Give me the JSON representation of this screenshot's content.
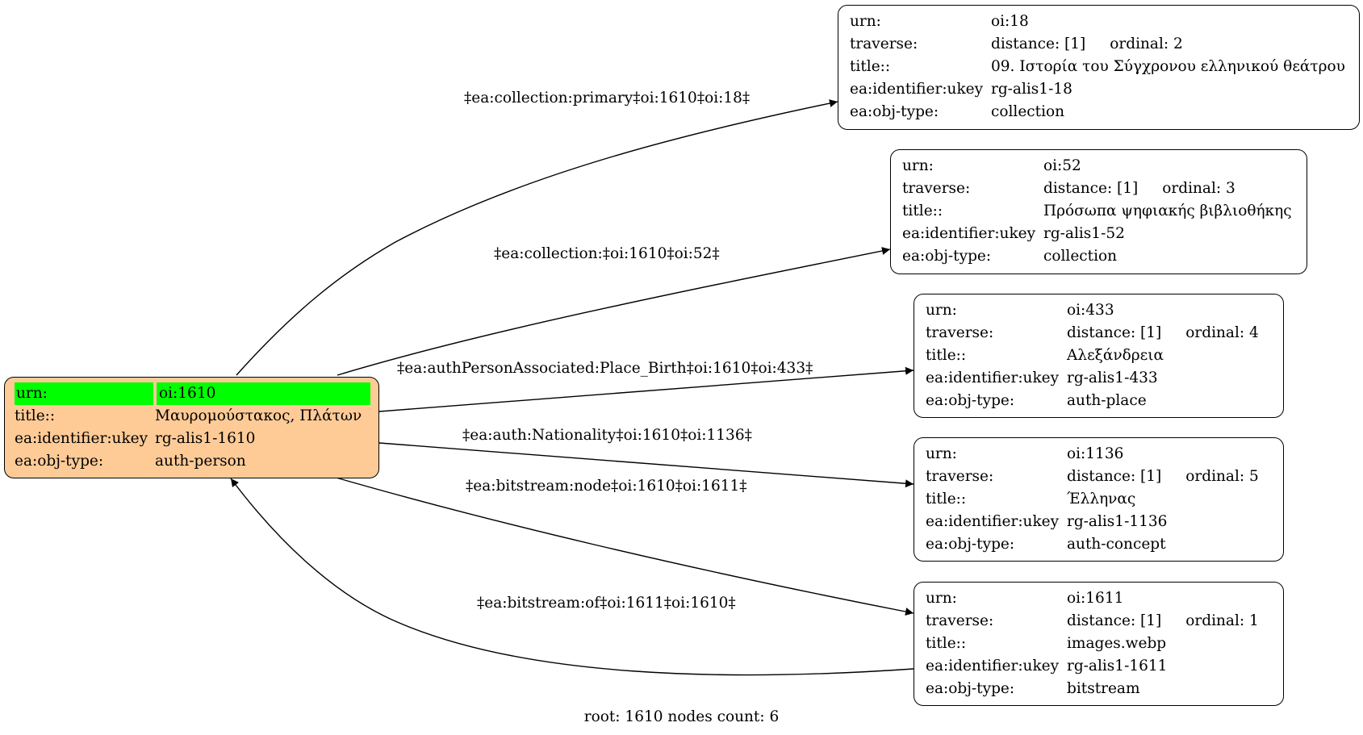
{
  "root_node": {
    "rows": [
      {
        "key": "urn:",
        "value": "oi:1610"
      },
      {
        "key": "title::",
        "value": "Μαυρομούστακος, Πλάτων"
      },
      {
        "key": "ea:identifier:ukey",
        "value": "rg-alis1-1610"
      },
      {
        "key": "ea:obj-type:",
        "value": "auth-person"
      }
    ],
    "fill": "#fecb97",
    "highlight": "#00ff00"
  },
  "nodes": [
    {
      "urn": "oi:18",
      "distance": "distance: [1]",
      "ordinal": "ordinal: 2",
      "title": "09. Ιστορία του Σύγχρονου ελληνικού θεάτρου",
      "ukey": "rg-alis1-18",
      "obj_type": "collection"
    },
    {
      "urn": "oi:52",
      "distance": "distance: [1]",
      "ordinal": "ordinal: 3",
      "title": "Πρόσωπα ψηφιακής βιβλιοθήκης",
      "ukey": "rg-alis1-52",
      "obj_type": "collection"
    },
    {
      "urn": "oi:433",
      "distance": "distance: [1]",
      "ordinal": "ordinal: 4",
      "title": "Αλεξάνδρεια",
      "ukey": "rg-alis1-433",
      "obj_type": "auth-place"
    },
    {
      "urn": "oi:1136",
      "distance": "distance: [1]",
      "ordinal": "ordinal: 5",
      "title": "Έλληνας",
      "ukey": "rg-alis1-1136",
      "obj_type": "auth-concept"
    },
    {
      "urn": "oi:1611",
      "distance": "distance: [1]",
      "ordinal": "ordinal: 1",
      "title": "images.webp",
      "ukey": "rg-alis1-1611",
      "obj_type": "bitstream"
    }
  ],
  "keys": {
    "urn": "urn:",
    "traverse": "traverse:",
    "title": "title::",
    "ukey": "ea:identifier:ukey",
    "obj_type": "ea:obj-type:"
  },
  "edges": [
    {
      "label": "‡ea:collection:primary‡oi:1610‡oi:18‡",
      "from": "oi:1610",
      "to": "oi:18"
    },
    {
      "label": "‡ea:collection:‡oi:1610‡oi:52‡",
      "from": "oi:1610",
      "to": "oi:52"
    },
    {
      "label": "‡ea:authPersonAssociated:Place_Birth‡oi:1610‡oi:433‡",
      "from": "oi:1610",
      "to": "oi:433"
    },
    {
      "label": "‡ea:auth:Nationality‡oi:1610‡oi:1136‡",
      "from": "oi:1610",
      "to": "oi:1136"
    },
    {
      "label": "‡ea:bitstream:node‡oi:1610‡oi:1611‡",
      "from": "oi:1610",
      "to": "oi:1611"
    },
    {
      "label": "‡ea:bitstream:of‡oi:1611‡oi:1610‡",
      "from": "oi:1611",
      "to": "oi:1610"
    }
  ],
  "footer": "root: 1610 nodes count: 6"
}
